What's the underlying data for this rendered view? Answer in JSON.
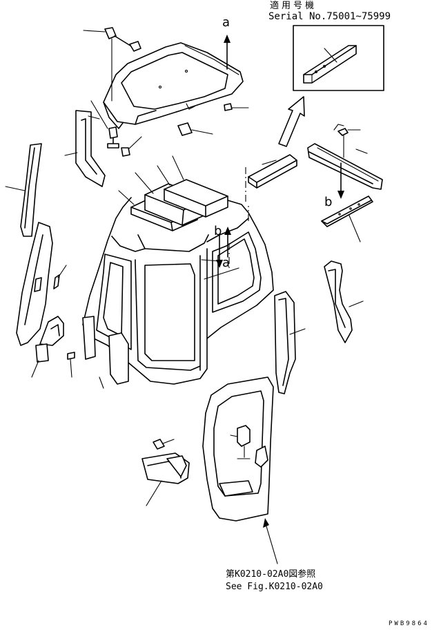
{
  "serial": {
    "label_jp": "適用号機",
    "label_en": "Serial No.75001~75999"
  },
  "reference": {
    "label_jp": "第K0210-02A0図参照",
    "label_en": "See Fig.K0210-02A0"
  },
  "callouts": {
    "a_top": "a",
    "a_lower": "a",
    "b_left": "b",
    "b_right": "b"
  },
  "drawing_number": "PWB9864"
}
